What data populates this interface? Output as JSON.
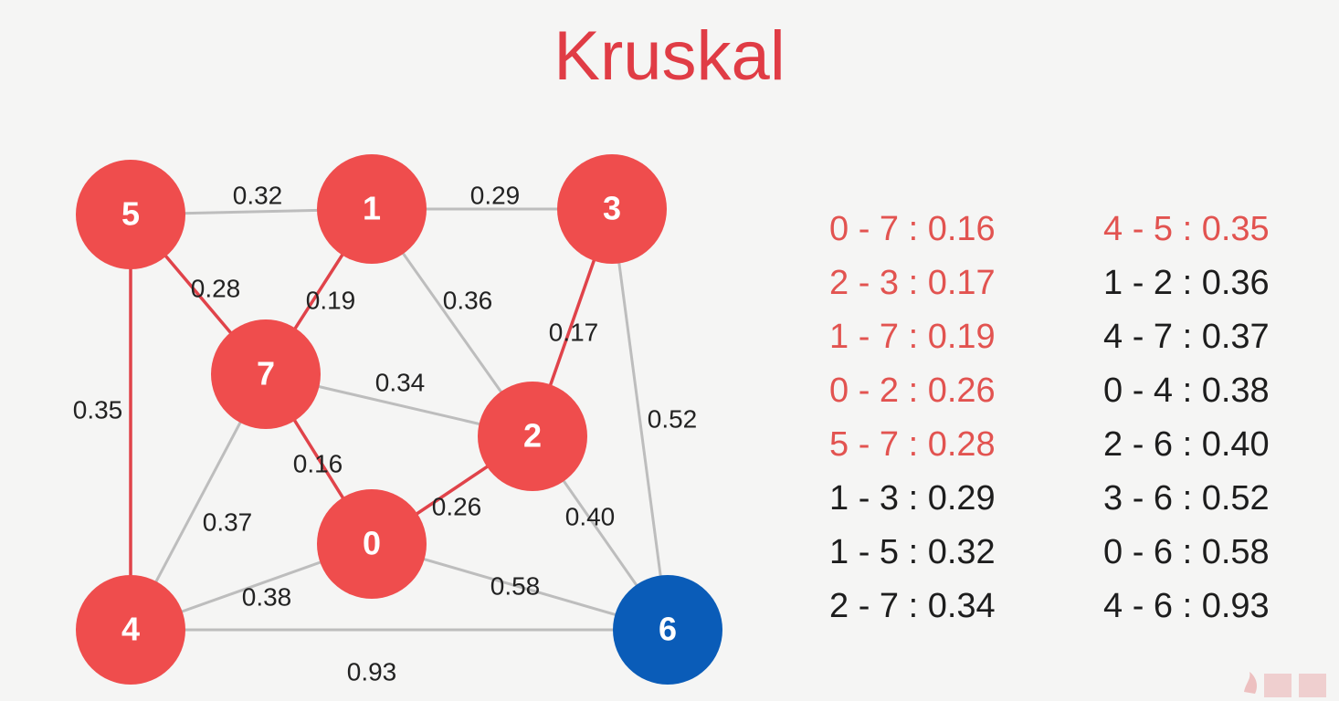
{
  "title": "Kruskal",
  "colors": {
    "node": "#ef4d4d",
    "highlight_node": "#0a5cb8",
    "mst_edge": "#e0434a",
    "other_edge": "#bdbdbd",
    "selected_text": "#e25350",
    "unselected_text": "#1d1d1d"
  },
  "nodes": [
    {
      "id": "0",
      "label": "0",
      "highlight": false
    },
    {
      "id": "1",
      "label": "1",
      "highlight": false
    },
    {
      "id": "2",
      "label": "2",
      "highlight": false
    },
    {
      "id": "3",
      "label": "3",
      "highlight": false
    },
    {
      "id": "4",
      "label": "4",
      "highlight": false
    },
    {
      "id": "5",
      "label": "5",
      "highlight": false
    },
    {
      "id": "6",
      "label": "6",
      "highlight": true
    },
    {
      "id": "7",
      "label": "7",
      "highlight": false
    }
  ],
  "edges": [
    {
      "from": "0",
      "to": "7",
      "weight": "0.16",
      "in_mst": true
    },
    {
      "from": "2",
      "to": "3",
      "weight": "0.17",
      "in_mst": true
    },
    {
      "from": "1",
      "to": "7",
      "weight": "0.19",
      "in_mst": true
    },
    {
      "from": "0",
      "to": "2",
      "weight": "0.26",
      "in_mst": true
    },
    {
      "from": "5",
      "to": "7",
      "weight": "0.28",
      "in_mst": true
    },
    {
      "from": "1",
      "to": "3",
      "weight": "0.29",
      "in_mst": false
    },
    {
      "from": "1",
      "to": "5",
      "weight": "0.32",
      "in_mst": false
    },
    {
      "from": "2",
      "to": "7",
      "weight": "0.34",
      "in_mst": false
    },
    {
      "from": "4",
      "to": "5",
      "weight": "0.35",
      "in_mst": true
    },
    {
      "from": "1",
      "to": "2",
      "weight": "0.36",
      "in_mst": false
    },
    {
      "from": "4",
      "to": "7",
      "weight": "0.37",
      "in_mst": false
    },
    {
      "from": "0",
      "to": "4",
      "weight": "0.38",
      "in_mst": false
    },
    {
      "from": "2",
      "to": "6",
      "weight": "0.40",
      "in_mst": false
    },
    {
      "from": "3",
      "to": "6",
      "weight": "0.52",
      "in_mst": false
    },
    {
      "from": "0",
      "to": "6",
      "weight": "0.58",
      "in_mst": false
    },
    {
      "from": "4",
      "to": "6",
      "weight": "0.93",
      "in_mst": false
    }
  ],
  "edge_list_left": [
    {
      "text": "0 - 7 : 0.16",
      "selected": true
    },
    {
      "text": "2 - 3 : 0.17",
      "selected": true
    },
    {
      "text": "1 - 7 : 0.19",
      "selected": true
    },
    {
      "text": "0 - 2 : 0.26",
      "selected": true
    },
    {
      "text": "5 - 7 : 0.28",
      "selected": true
    },
    {
      "text": "1 - 3 : 0.29",
      "selected": false
    },
    {
      "text": "1 - 5 : 0.32",
      "selected": false
    },
    {
      "text": "2 - 7 : 0.34",
      "selected": false
    }
  ],
  "edge_list_right": [
    {
      "text": "4 - 5 : 0.35",
      "selected": true
    },
    {
      "text": "1 - 2 : 0.36",
      "selected": false
    },
    {
      "text": "4 - 7 : 0.37",
      "selected": false
    },
    {
      "text": "0 - 4 : 0.38",
      "selected": false
    },
    {
      "text": "2 - 6 : 0.40",
      "selected": false
    },
    {
      "text": "3 - 6 : 0.52",
      "selected": false
    },
    {
      "text": "0 - 6 : 0.58",
      "selected": false
    },
    {
      "text": "4 - 6 : 0.93",
      "selected": false
    }
  ]
}
